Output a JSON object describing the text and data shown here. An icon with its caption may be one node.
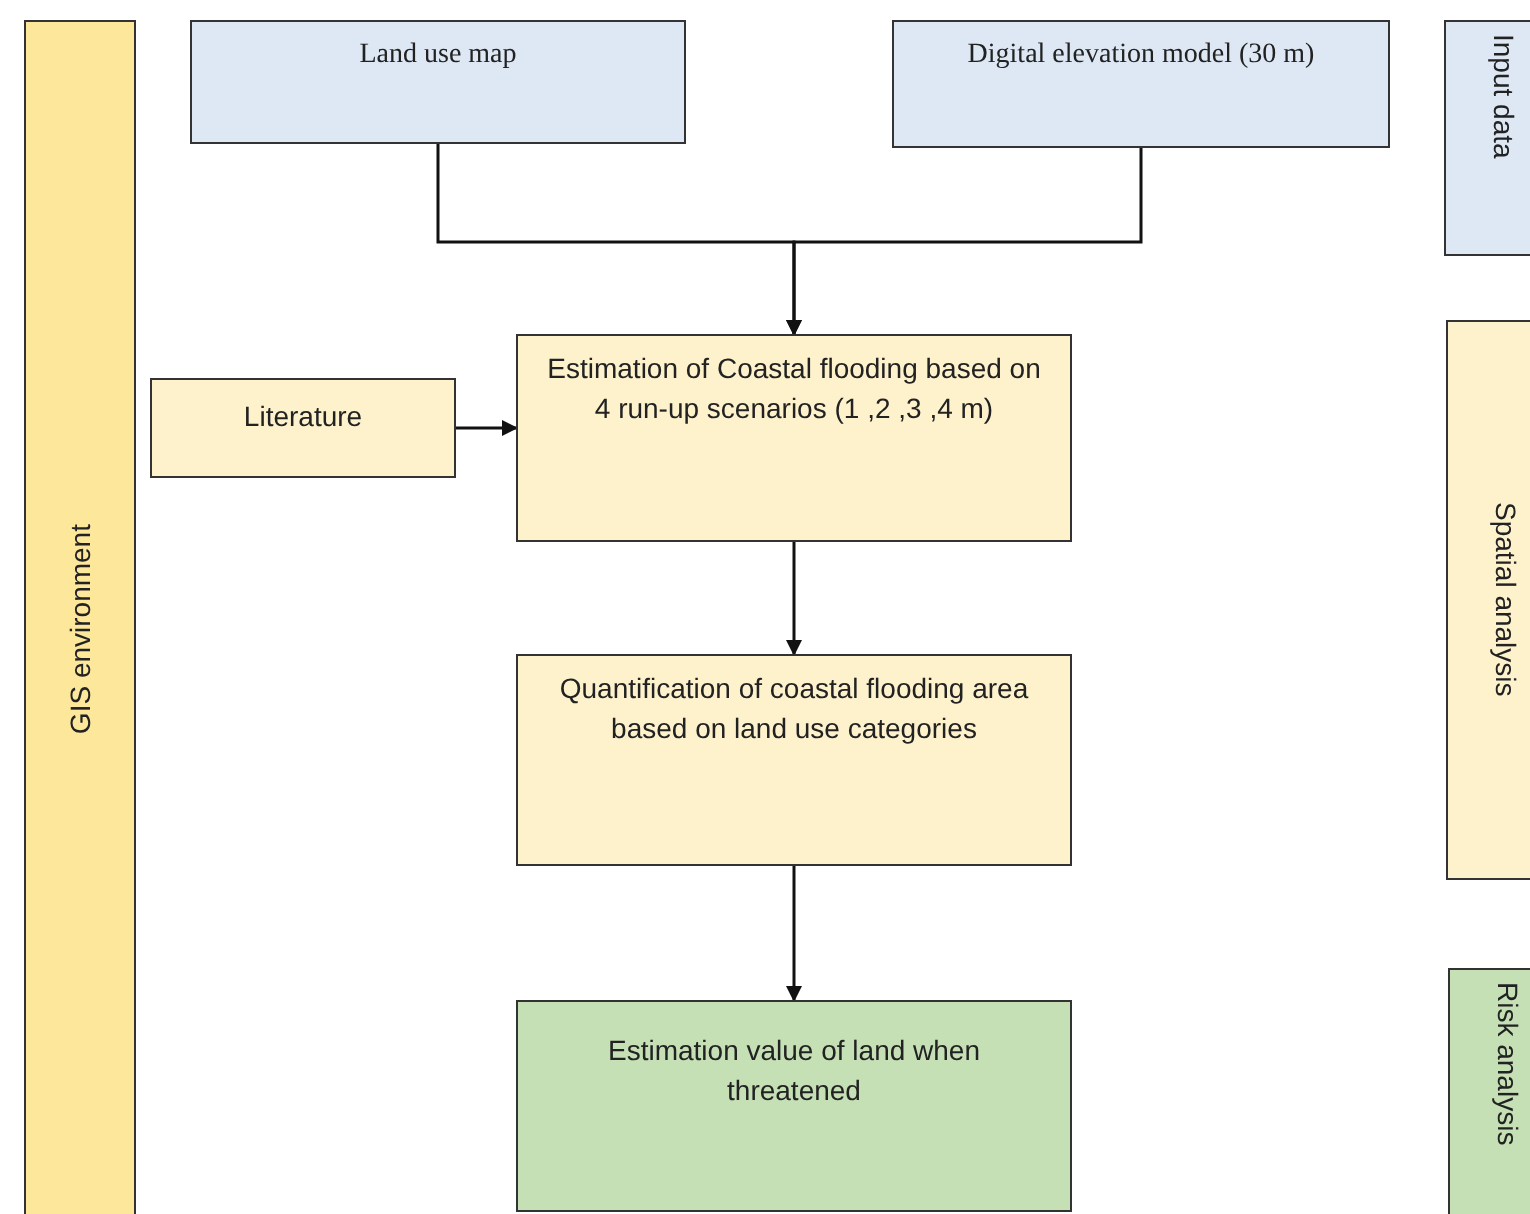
{
  "diagram": {
    "nodes": [
      {
        "text": [
          "GIS environment"
        ]
      },
      {
        "text": [
          "Land use map"
        ]
      },
      {
        "text": [
          "Digital elevation model (30 m)"
        ]
      },
      {
        "text": [
          "Literature"
        ]
      },
      {
        "text": [
          "Estimation of Coastal flooding based on 4 run-up scenarios (1 ,2 ,3 ,4 m)"
        ]
      },
      {
        "text": [
          "Quantification of coastal flooding area based on land use categories"
        ]
      },
      {
        "text": [
          "Estimation value of land when threatened"
        ]
      },
      {
        "text": [
          "Input data"
        ]
      },
      {
        "text": [
          "Spatial analysis"
        ]
      },
      {
        "text": [
          "Risk analysis"
        ]
      }
    ],
    "edges": [
      {
        "from": 1,
        "to": 4,
        "arrow": "to"
      },
      {
        "from": 2,
        "to": 4,
        "arrow": "to"
      },
      {
        "from": 3,
        "to": 4,
        "arrow": "to"
      },
      {
        "from": 4,
        "to": 5,
        "arrow": "to"
      },
      {
        "from": 5,
        "to": 6,
        "arrow": "to"
      }
    ]
  }
}
